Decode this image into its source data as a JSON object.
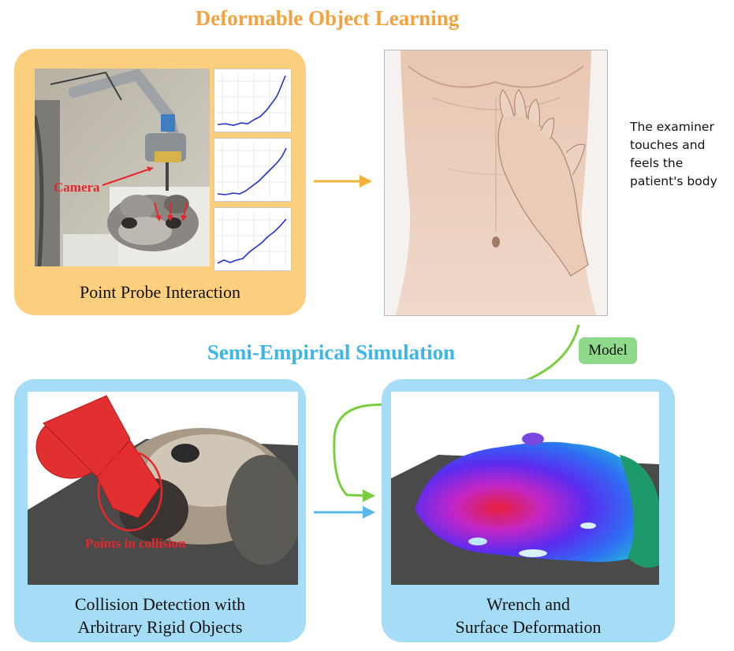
{
  "header": {
    "title": "Deformable Object Learning"
  },
  "probe_panel": {
    "caption": "Point Probe Interaction",
    "camera_label": "Camera"
  },
  "examiner_note": {
    "lines": [
      "The examiner",
      "touches and",
      "feels the",
      "patient's body"
    ]
  },
  "model_badge": {
    "label": "Model"
  },
  "middle": {
    "title": "Semi-Empirical Simulation"
  },
  "collision_panel": {
    "caption_line1": "Collision Detection with",
    "caption_line2": "Arbitrary Rigid Objects",
    "points_label": "Points in collision"
  },
  "wrench_panel": {
    "caption_line1": "Wrench and",
    "caption_line2": "Surface Deformation"
  },
  "colors": {
    "top_title": "#f4a23f",
    "mid_title": "#3cb6e4",
    "orange_panel": "#fbcf7e",
    "blue_panel": "#a5ddf7",
    "model_badge": "#8fd98a",
    "annotation_red": "#e8262b",
    "arrow_orange": "#f3b23a",
    "arrow_blue": "#5ab9ea",
    "arrow_green": "#79cf3e"
  }
}
